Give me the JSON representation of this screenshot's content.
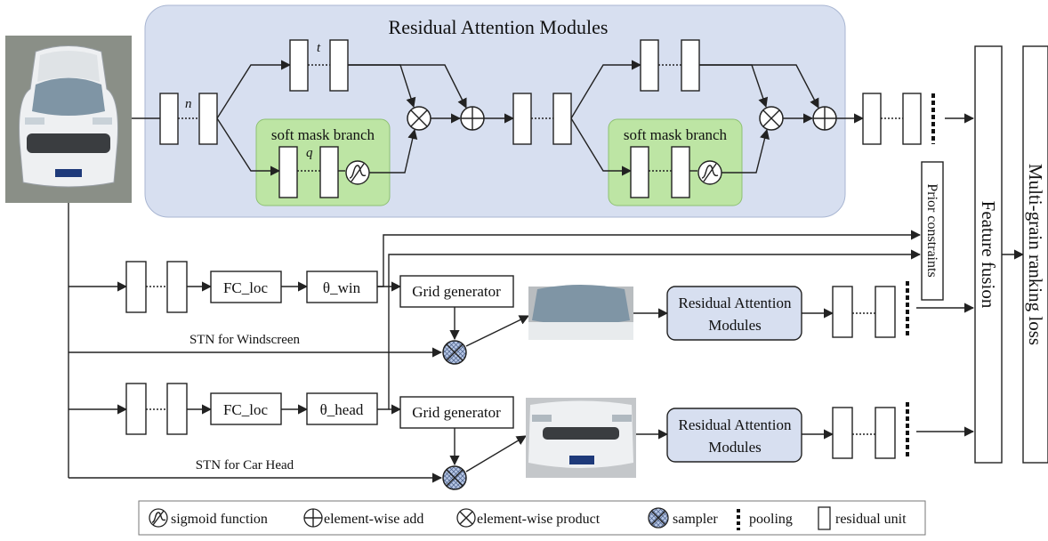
{
  "title": "Residual Attention Modules",
  "soft_mask_1": "soft mask branch",
  "soft_mask_2": "soft mask branch",
  "label_n": "n",
  "label_t": "t",
  "label_q": "q",
  "fc_loc_1": "FC_loc",
  "fc_loc_2": "FC_loc",
  "theta_win": "θ_win",
  "theta_head": "θ_head",
  "grid_gen_1": "Grid generator",
  "grid_gen_2": "Grid generator",
  "stn_windscreen": "STN for Windscreen",
  "stn_car_head": "STN for Car Head",
  "ram_win_line1": "Residual Attention",
  "ram_win_line2": "Modules",
  "ram_head_line1": "Residual Attention",
  "ram_head_line2": "Modules",
  "prior_constraints": "Prior constraints",
  "feature_fusion": "Feature fusion",
  "ranking_loss": "Multi-grain ranking loss",
  "legend": {
    "sigmoid": "sigmoid function",
    "add": "element-wise add",
    "product": "element-wise product",
    "sampler": "sampler",
    "pooling": "pooling",
    "residual": "residual unit"
  },
  "colors": {
    "attention_bg": "#d7dff0",
    "soft_mask_bg": "#bde5a4",
    "sampler_fill": "#b8c8e6",
    "car_body": "#eef0f2",
    "windshield": "#7f95a5"
  }
}
